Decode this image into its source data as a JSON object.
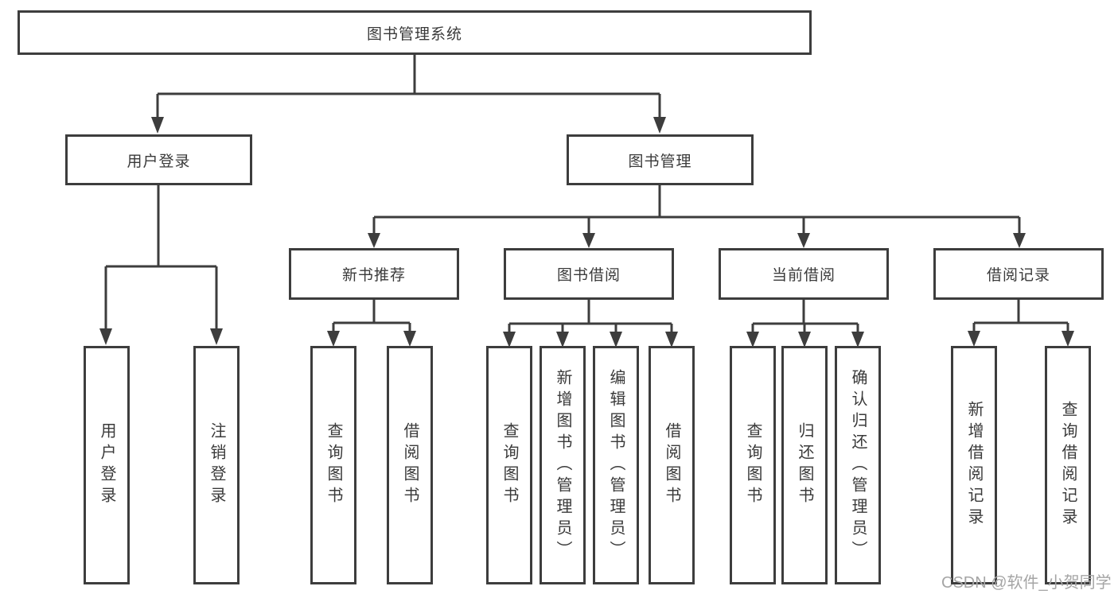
{
  "diagram": {
    "watermark": "CSDN @软件_小贺同学",
    "colors": {
      "line": "#3d3d3d",
      "text": "#3a3a3a",
      "background": "#ffffff",
      "watermark": "#a5a5a5"
    },
    "root": {
      "label": "图书管理系统",
      "children": [
        {
          "label": "用户登录",
          "children": [
            {
              "label": "用户登录"
            },
            {
              "label": "注销登录"
            }
          ]
        },
        {
          "label": "图书管理",
          "children": [
            {
              "label": "新书推荐",
              "children": [
                {
                  "label": "查询图书"
                },
                {
                  "label": "借阅图书"
                }
              ]
            },
            {
              "label": "图书借阅",
              "children": [
                {
                  "label": "查询图书"
                },
                {
                  "label": "新增图书（管理员）"
                },
                {
                  "label": "编辑图书（管理员）"
                },
                {
                  "label": "借阅图书"
                }
              ]
            },
            {
              "label": "当前借阅",
              "children": [
                {
                  "label": "查询图书"
                },
                {
                  "label": "归还图书"
                },
                {
                  "label": "确认归还（管理员）"
                }
              ]
            },
            {
              "label": "借阅记录",
              "children": [
                {
                  "label": "新增借阅记录"
                },
                {
                  "label": "查询借阅记录"
                }
              ]
            }
          ]
        }
      ]
    }
  }
}
